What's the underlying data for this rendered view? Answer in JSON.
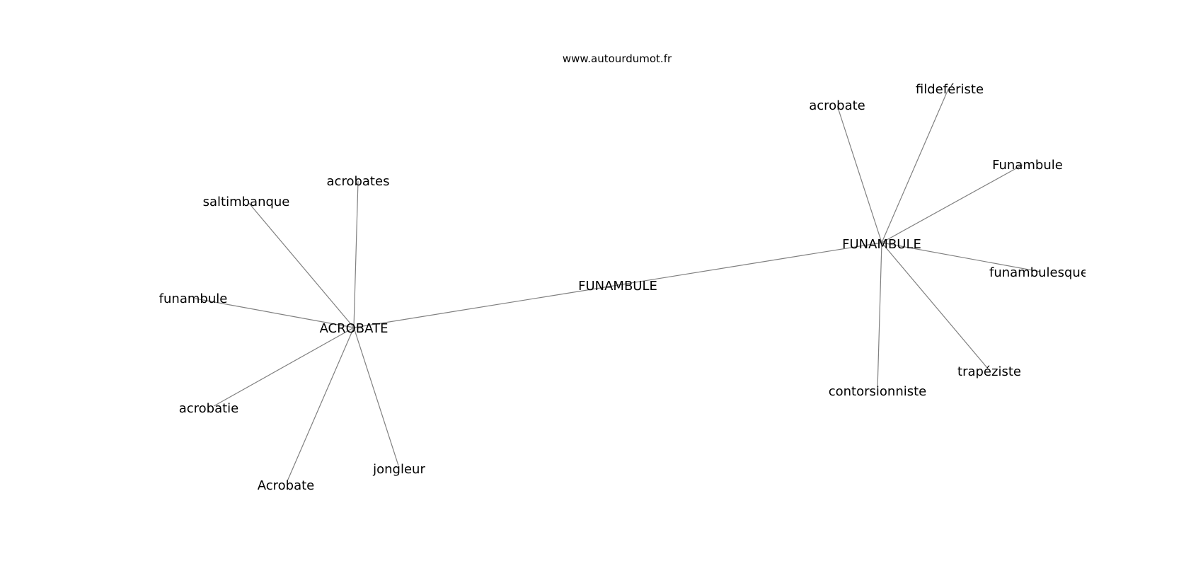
{
  "source_text": "www.autourdumot.fr",
  "center_label": "FUNAMBULE",
  "hub_left": {
    "label": "ACROBATE",
    "neighbors": [
      "acrobates",
      "saltimbanque",
      "funambule",
      "acrobatie",
      "Acrobate",
      "jongleur"
    ]
  },
  "hub_right": {
    "label": "FUNAMBULE",
    "neighbors": [
      "acrobate",
      "fildefériste",
      "Funambule",
      "funambulesque",
      "trapéziste",
      "contorsionniste"
    ]
  }
}
